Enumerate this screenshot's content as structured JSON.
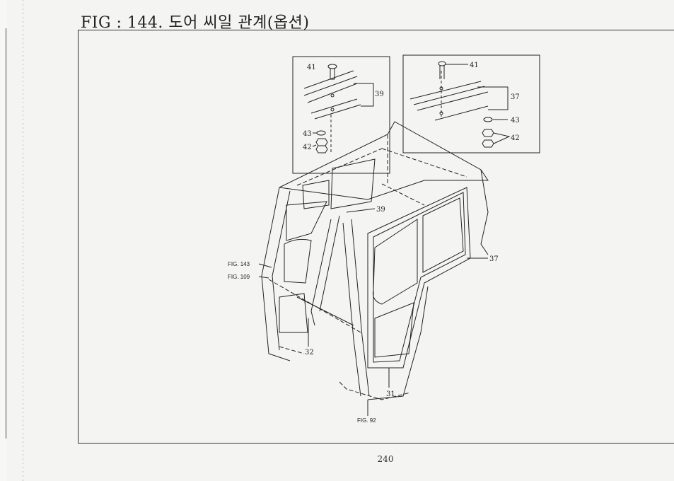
{
  "header": {
    "title": "FIG : 144. 도어 씨일 관계(옵션)"
  },
  "callouts": {
    "inset_left": {
      "bolt": "41",
      "seal": "39",
      "washer": "43",
      "nut": "42"
    },
    "inset_right": {
      "bolt": "41",
      "seal": "37",
      "washer": "43",
      "nut": "42"
    },
    "main": {
      "roof_seal": "39",
      "door_seal": "37",
      "front_seal": "32",
      "rear_seal": "31"
    }
  },
  "references": {
    "fig143": "FIG. 143",
    "fig109": "FIG. 109",
    "fig92": "FIG. 92"
  },
  "footer": {
    "page_number": "240"
  }
}
